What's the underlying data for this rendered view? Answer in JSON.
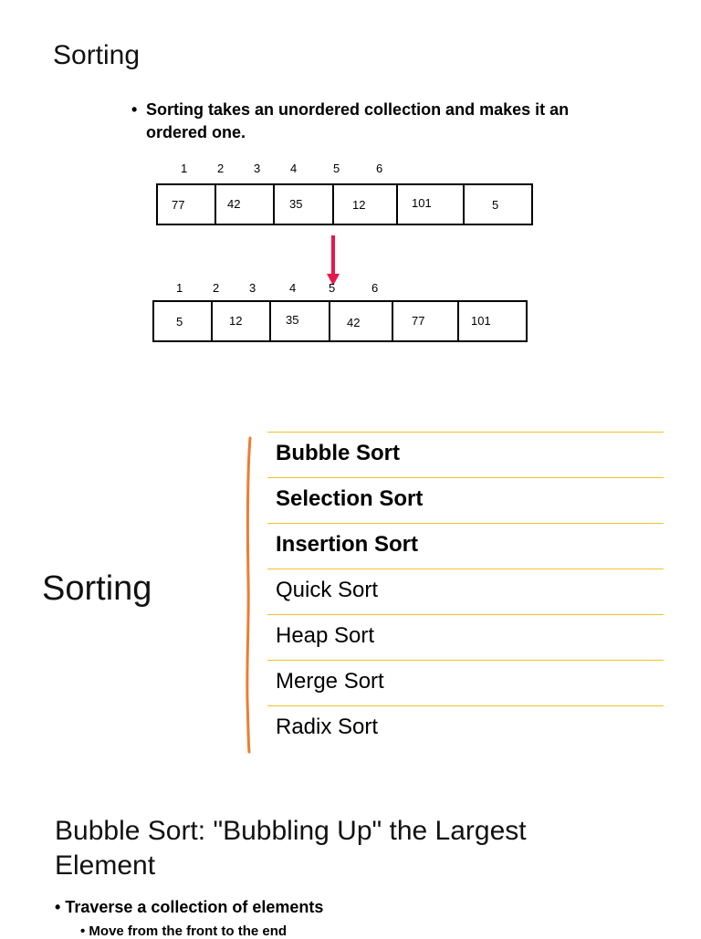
{
  "slide1": {
    "title": "Sorting",
    "bullet": "Sorting takes an unordered collection and makes it an ordered one.",
    "unsorted": {
      "indices": [
        "1",
        "2",
        "3",
        "4",
        "5",
        "6"
      ],
      "values": [
        "77",
        "42",
        "35",
        "12",
        "101",
        "5"
      ]
    },
    "sorted": {
      "indices": [
        "1",
        "2",
        "3",
        "4",
        "5",
        "6"
      ],
      "values": [
        "5",
        "12",
        "35",
        "42",
        "77",
        "101"
      ]
    },
    "arrow_color": "#e8174a"
  },
  "slide2": {
    "title": "Sorting",
    "items": [
      {
        "label": "Bubble Sort",
        "bold": true
      },
      {
        "label": "Selection Sort",
        "bold": true
      },
      {
        "label": "Insertion Sort",
        "bold": true
      },
      {
        "label": "Quick Sort",
        "bold": false
      },
      {
        "label": "Heap Sort",
        "bold": false
      },
      {
        "label": "Merge Sort",
        "bold": false
      },
      {
        "label": "Radix Sort",
        "bold": false
      }
    ],
    "brace_color": "#ed7d31",
    "divider_color": "#f2c12e"
  },
  "slide3": {
    "title": "Bubble Sort: \"Bubbling Up\" the Largest Element",
    "bullet": "Traverse a collection of elements",
    "sub_bullet": "Move from the front to the end"
  }
}
